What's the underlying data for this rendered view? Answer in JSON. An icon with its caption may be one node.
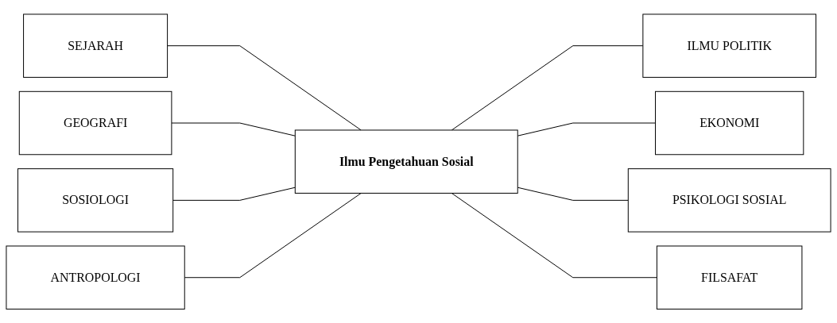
{
  "diagram": {
    "nodes": [
      {
        "text": [
          "SEJARAH"
        ]
      },
      {
        "text": [
          "GEOGRAFI"
        ]
      },
      {
        "text": [
          "SOSIOLOGI"
        ]
      },
      {
        "text": [
          "ANTROPOLOGI"
        ]
      },
      {
        "text": [
          "Ilmu Pengetahuan Sosial"
        ]
      },
      {
        "text": [
          "ILMU POLITIK"
        ]
      },
      {
        "text": [
          "EKONOMI"
        ]
      },
      {
        "text": [
          "PSIKOLOGI SOSIAL"
        ]
      },
      {
        "text": [
          "FILSAFAT"
        ]
      }
    ],
    "edges": [
      {
        "from": 0,
        "to": 4,
        "arrow": "none"
      },
      {
        "from": 1,
        "to": 4,
        "arrow": "none"
      },
      {
        "from": 2,
        "to": 4,
        "arrow": "none"
      },
      {
        "from": 3,
        "to": 4,
        "arrow": "none"
      },
      {
        "from": 4,
        "to": 5,
        "arrow": "none"
      },
      {
        "from": 4,
        "to": 6,
        "arrow": "none"
      },
      {
        "from": 4,
        "to": 7,
        "arrow": "none"
      },
      {
        "from": 4,
        "to": 8,
        "arrow": "none"
      }
    ]
  }
}
